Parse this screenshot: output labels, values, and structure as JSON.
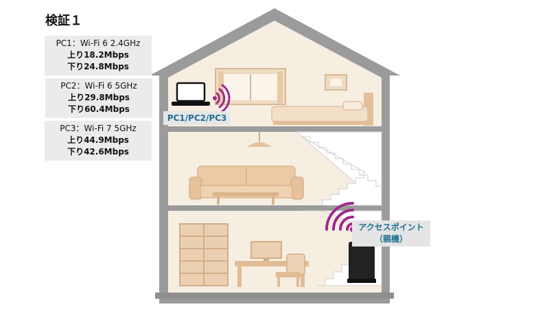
{
  "title": "検証１",
  "pcs": [
    {
      "name": "PC1：Wi-Fi 6 2.4GHz",
      "up": "上り18.2Mbps",
      "down": "下り24.8Mbps"
    },
    {
      "name": "PC2：Wi-Fi 6 5GHz",
      "up": "上り29.8Mbps",
      "down": "下り60.4Mbps"
    },
    {
      "name": "PC3：Wi-Fi 7 5GHz",
      "up": "上り44.9Mbps",
      "down": "下り42.6Mbps"
    }
  ],
  "pc_location_label": "PC1/PC2/PC3",
  "access_point_label": {
    "line1": "アクセスポイント",
    "line2": "（親機）"
  },
  "colors": {
    "house_outline": "#999999",
    "house_fill": "#f7eee2",
    "furniture": "#e9c8a4",
    "signal": "#9b2a8d",
    "label_text": "#1f6f93",
    "info_box": "#ebebeb"
  }
}
